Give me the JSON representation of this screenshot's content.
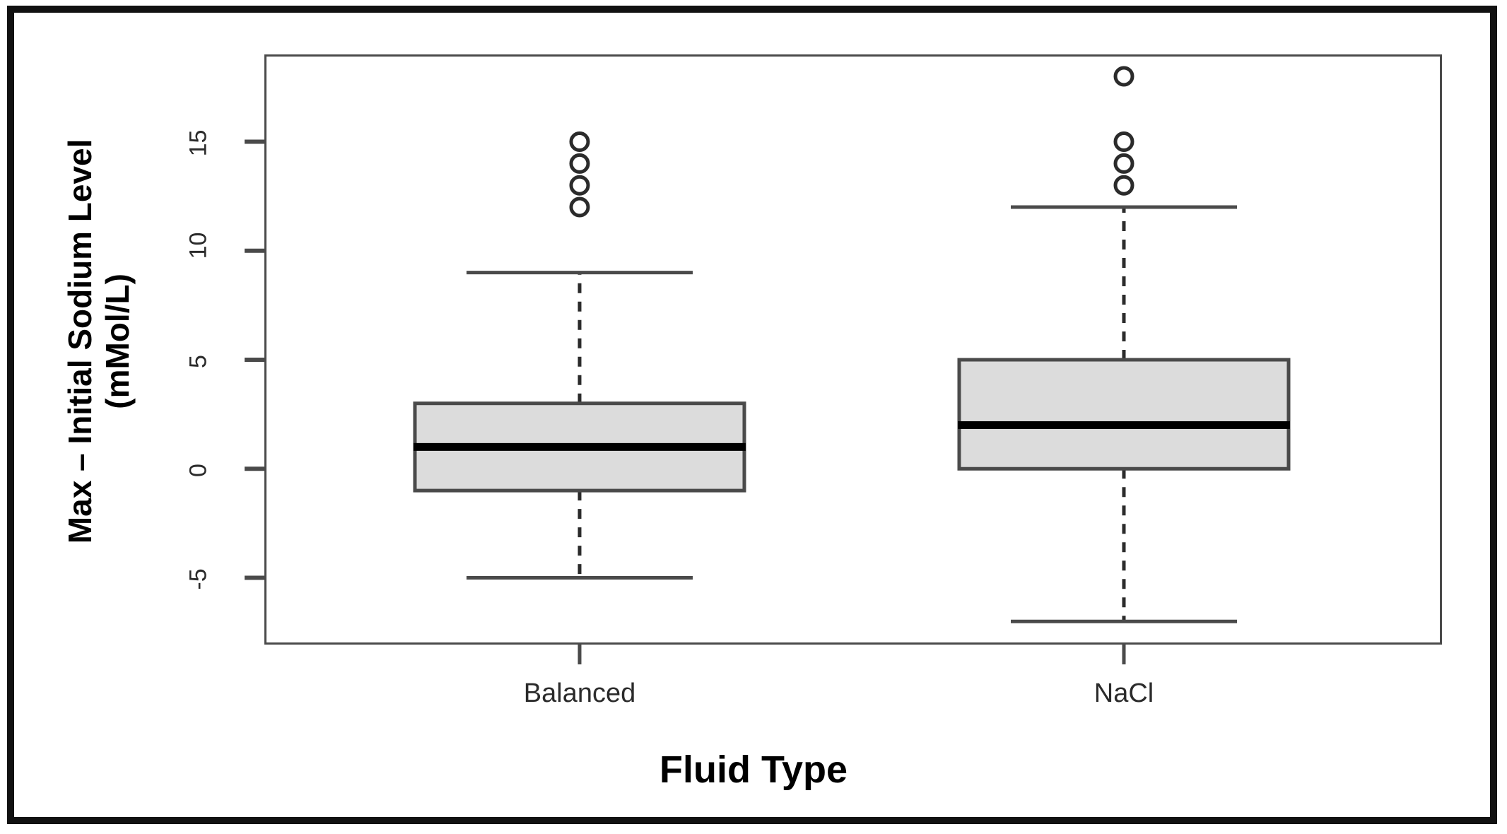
{
  "chart_data": {
    "type": "box",
    "title": "",
    "xlabel": "Fluid Type",
    "ylabel": "Max – Initial Sodium Level\n(mMol/L)",
    "ylabel_line1": "Max – Initial Sodium Level",
    "ylabel_line2": "(mMol/L)",
    "categories": [
      "Balanced",
      "NaCl"
    ],
    "ytick_labels": [
      "15",
      "10",
      "5",
      "0",
      "-5"
    ],
    "ytick_values": [
      15,
      10,
      5,
      0,
      -5
    ],
    "ylim": [
      -8.5,
      19
    ],
    "grid": false,
    "legend": "none",
    "box_fill_color": "#dcdcdc",
    "box_edge_color": "#4a4a4a",
    "median_color": "#000000",
    "whisker_style": "dashed",
    "outlier_marker": "open-circle",
    "boxes": [
      {
        "name": "Balanced",
        "q1": -1,
        "median": 1,
        "q3": 3,
        "whisker_low": -5,
        "whisker_high": 9,
        "outliers": [
          12,
          13,
          14,
          15
        ]
      },
      {
        "name": "NaCl",
        "q1": 0,
        "median": 2,
        "q3": 5,
        "whisker_low": -7,
        "whisker_high": 12,
        "outliers": [
          13,
          14,
          15,
          18
        ]
      }
    ]
  },
  "axis": {
    "y_title_line1": "Max – Initial Sodium Level",
    "y_title_line2": "(mMol/L)",
    "x_title": "Fluid Type",
    "ytick_0": "15",
    "ytick_1": "10",
    "ytick_2": "5",
    "ytick_3": "0",
    "ytick_4": "-5",
    "xtick_0": "Balanced",
    "xtick_1": "NaCl"
  }
}
